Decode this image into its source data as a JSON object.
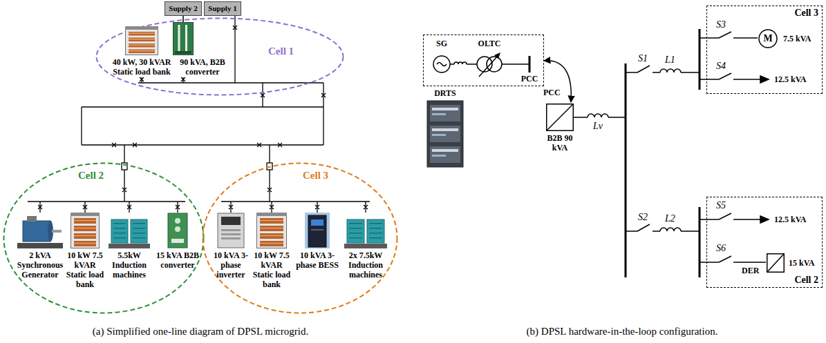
{
  "diagram": {
    "nodes": [
      {
        "text": [
          "Supply 2"
        ]
      },
      {
        "text": [
          "Supply 1"
        ]
      },
      {
        "text": [
          "Cell 1"
        ]
      },
      {
        "text": [
          "40 kW, 30 kVAR Static load bank"
        ],
        "in": 2
      },
      {
        "text": [
          "90 kVA, B2B converter"
        ],
        "in": 2
      },
      {
        "text": [
          "Cell 2"
        ]
      },
      {
        "text": [
          "2 kVA Synchronous Generator"
        ],
        "in": 5
      },
      {
        "text": [
          "10 kW 7.5 kVAR Static load bank"
        ],
        "in": 5
      },
      {
        "text": [
          "5.5kW Induction machines"
        ],
        "in": 5
      },
      {
        "text": [
          "15 kVA B2B converter"
        ],
        "in": 5
      },
      {
        "text": [
          "Cell 3"
        ]
      },
      {
        "text": [
          "10 kVA 3-phase inverter"
        ],
        "in": 10
      },
      {
        "text": [
          "10 kW 7.5 kVAR Static load bank"
        ],
        "in": 10
      },
      {
        "text": [
          "10 kVA 3-phase BESS"
        ],
        "in": 10
      },
      {
        "text": [
          "2x 7.5kW Induction machines"
        ],
        "in": 10
      },
      {
        "text": [
          "SG",
          "OLTC",
          "PCC"
        ]
      },
      {
        "text": [
          "DRTS"
        ]
      },
      {
        "text": [
          "B2B 90 kVA"
        ]
      },
      {
        "text": [
          "Cell 3"
        ]
      },
      {
        "text": [
          "M",
          "7.5 kVA"
        ],
        "in": 18
      },
      {
        "text": [
          "Cell 2"
        ]
      },
      {
        "text": [
          "DER",
          "15 kVA"
        ],
        "in": 20
      }
    ],
    "edges": [
      {
        "from": 0,
        "to": 4,
        "arrow": "none"
      },
      {
        "from": 15,
        "to": 17,
        "arrow": "both"
      }
    ],
    "labels": [
      "PCC",
      "Lv",
      "S1",
      "L1",
      "S3",
      "S4",
      "12.5 kVA",
      "S2",
      "L2",
      "S5",
      "12.5 kVA",
      "S6",
      "(a) Simplified one-line diagram of DPSL microgrid.",
      "(b) DPSL hardware-in-the-loop configuration."
    ]
  }
}
